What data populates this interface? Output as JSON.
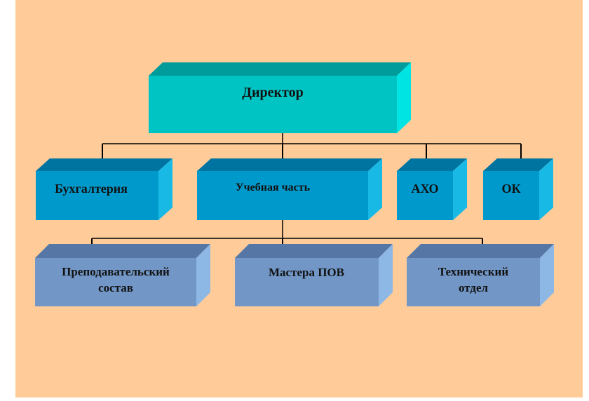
{
  "colors": {
    "background": "#ffcc99",
    "top_front": "#00c4c4",
    "top_top": "#009c9c",
    "top_side": "#00e4e4",
    "mid_front": "#0099cc",
    "mid_top": "#0074a0",
    "mid_side": "#19b9e6",
    "low_front": "#7297c6",
    "low_top": "#5677a5",
    "low_side": "#8db7e4",
    "connector": "#000000"
  },
  "nodes": {
    "director": {
      "label": "Директор"
    },
    "accounting": {
      "label": "Бухгалтерия"
    },
    "academic": {
      "label": "Учебная часть"
    },
    "axo": {
      "label": "АХО"
    },
    "ok": {
      "label": "ОК"
    },
    "teaching_staff": {
      "line1": "Преподавательский",
      "line2": "состав"
    },
    "masters": {
      "label": "Мастера ПОВ"
    },
    "tech_dept": {
      "line1": "Технический",
      "line2": "отдел"
    }
  }
}
